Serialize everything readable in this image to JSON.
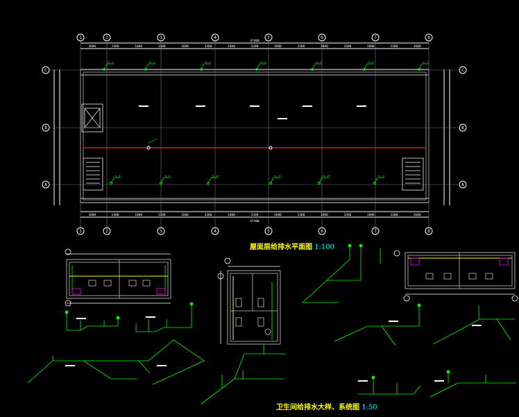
{
  "titles": {
    "plan": "屋面层给排水平面图",
    "plan_scale": "1:100",
    "detail": "卫生间给排水大样、系统图",
    "detail_scale": "1:50"
  },
  "grid_axes": {
    "columns": [
      "1",
      "2",
      "3",
      "4",
      "5",
      "6",
      "7",
      "8"
    ],
    "rows": [
      "C",
      "B",
      "A"
    ]
  },
  "overall_dimension": "47400",
  "top_dimensions": [
    "3600",
    "2400",
    "1800",
    "3300",
    "1800",
    "3300",
    "1800",
    "3300",
    "1800",
    "3300",
    "1800",
    "3300",
    "1800",
    "3300",
    "3600"
  ],
  "drain_labels": [
    "YL-1",
    "YL-2",
    "YL-3",
    "YL-4",
    "YL-5",
    "YL-6",
    "YL-7",
    "YL-8",
    "YL-9",
    "YL-10",
    "YL-11",
    "YL-12"
  ],
  "detail_axis_labels": [
    "1",
    "2",
    "3",
    "C"
  ],
  "colors": {
    "background": "#000000",
    "dimension": "#ffffff",
    "axis": "#ffffff",
    "wall": "#c0c0c0",
    "pipe_green": "#00ff00",
    "pipe_red": "#ff2020",
    "pipe_yellow": "#ffff00",
    "fixture": "#ff00ff",
    "text": "#ffffff",
    "title": "#ffff00"
  }
}
